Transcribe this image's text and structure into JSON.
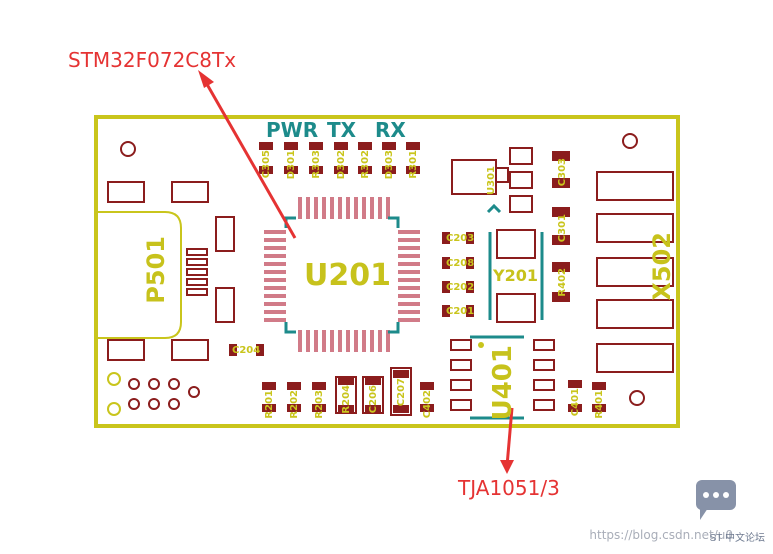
{
  "callouts": {
    "top": "STM32F072C8Tx",
    "bottom": "TJA1051/3"
  },
  "labels": {
    "pwr": "PWR",
    "tx": "TX",
    "rx": "RX",
    "u201": "U201",
    "y201": "Y201",
    "p501": "P501",
    "x502": "X502",
    "u401": "U401",
    "u301": "U301"
  },
  "component_labels": {
    "top_row": [
      "C305",
      "D301",
      "R303",
      "D302",
      "R302",
      "D303",
      "R301"
    ],
    "right_stack": [
      "C203",
      "C208",
      "C202",
      "C201"
    ],
    "left_bottom": [
      "C204"
    ],
    "bottom_row": [
      "R201",
      "R202",
      "R203",
      "R204",
      "C206",
      "C207",
      "C402",
      "C401",
      "R401"
    ],
    "right_side": [
      "C303",
      "C301",
      "R402"
    ]
  },
  "watermark": "https://blog.csdn.net/u0",
  "brand": "ST 中文论坛",
  "colors": {
    "board_outline": "#c9c51c",
    "pads": "#8b1d1d",
    "ic_pins": "#d17b88",
    "callout": "#e53333",
    "bracket": "#1d8b8b"
  }
}
